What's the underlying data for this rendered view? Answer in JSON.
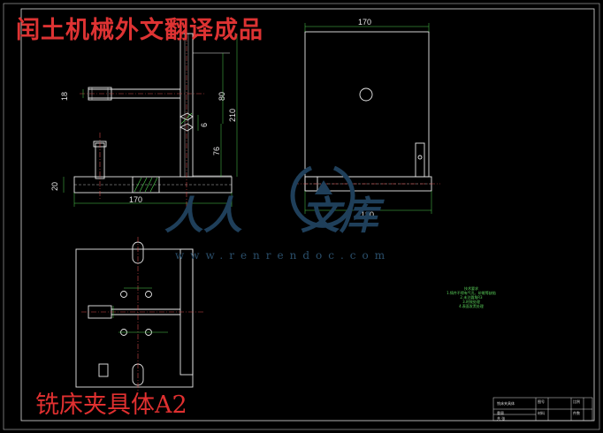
{
  "banner": "闰土机械外文翻译成品",
  "drawing_title": "铣床夹具体A2",
  "watermark": {
    "brand_a": "人人",
    "brand_b": "文库",
    "site": "www.renrendoc.com"
  },
  "dimensions": {
    "top_width": "170",
    "side_width": "170",
    "side_height": "210",
    "upper_height": "80",
    "mid_height": "76",
    "base_height": "20",
    "pin_dia": "18",
    "small_gap": "6",
    "right_width": "180"
  },
  "technical_notes": {
    "heading": "技术要求",
    "lines": [
      "1.铸件不得有气孔、砂眼等缺陷",
      "2.未注圆角R3",
      "3.时效处理",
      "4.表面发黑处理"
    ]
  },
  "title_block": {
    "part_name": "铣床夹具体",
    "fields": [
      "图号",
      "比例",
      "材料",
      "件数",
      "重量",
      "共 张"
    ]
  },
  "colors": {
    "line": "#e8e8e8",
    "dim": "#4fd14f",
    "center": "#d04848",
    "banner": "#d33333",
    "watermark": "#1f3f5a"
  }
}
